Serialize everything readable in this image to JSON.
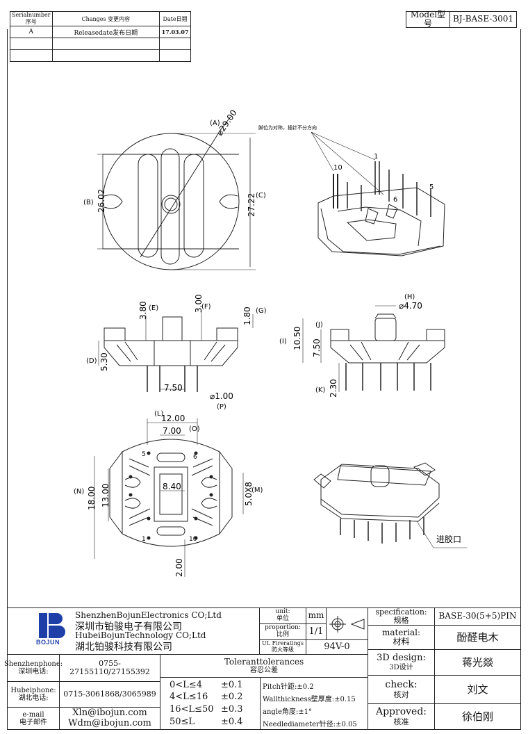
{
  "revision": {
    "headers": [
      "Serialnumber序号",
      "Changes 变更内容",
      "Date日期"
    ],
    "rows": [
      [
        "A",
        "Releasedate发布日期",
        "17.03.07"
      ],
      [
        "",
        "",
        ""
      ],
      [
        "",
        "",
        ""
      ]
    ]
  },
  "model": {
    "label": "Model型号",
    "value": "BJ-BASE-3001"
  },
  "drawing": {
    "top_view": {
      "A": "(A)",
      "dia": "⌀29.00",
      "B": "(B)",
      "B_val": "26.02",
      "C": "(C)",
      "C_val": "27.22"
    },
    "note": "脚位为对称，插针不分方向",
    "pins": {
      "p1": "1",
      "p10": "10",
      "p6": "6",
      "p5": "5"
    },
    "side_view": {
      "E": "(E)",
      "E_val": "3.80",
      "F": "(F)",
      "F_val": "3.00",
      "G": "(G)",
      "G_val": "1.80",
      "D": "(D)",
      "D_val": "5.30",
      "w750": "7.50",
      "P": "(P)",
      "P_val": "⌀1.00"
    },
    "front_view": {
      "H": "(H)",
      "H_val": "⌀4.70",
      "J": "(J)",
      "I": "(I)",
      "I_val": "10.50",
      "J_val": "7.50",
      "K": "(K)",
      "K_val": "2.30"
    },
    "bottom_view": {
      "L": "(L)",
      "L_val": "12.00",
      "O": "(O)",
      "O_val": "7.00",
      "N": "(N)",
      "N_val": "18.00",
      "n13": "13.00",
      "c840": "8.40",
      "M": "(M)",
      "M_val": "5.0X8",
      "b200": "2.00",
      "pin5": "5",
      "pin6": "6",
      "pin1": "1",
      "pin10": "10"
    },
    "iso_label": "进胶口"
  },
  "title_block": {
    "company": {
      "en1": "ShenzhenBojunElectronics CO;Ltd",
      "cn1": "深圳市铂骏电子有限公司",
      "en2": "HubeiBojunTechnology CO;Ltd",
      "cn2": "湖北铂骏科技有限公司",
      "logo_text": "BOJUN"
    },
    "unit": {
      "label": "unit:",
      "label_cn": "单位",
      "value": "mm"
    },
    "proportion": {
      "label": "proportion:",
      "label_cn": "比例",
      "value": "1/1"
    },
    "ul": {
      "label": "UL Fireratings",
      "label_cn": "防火等级",
      "value": "94V-0"
    },
    "specification": {
      "label": "specification:",
      "label_cn": "规格",
      "value": "BASE-30(5+5)PIN"
    },
    "material": {
      "label": "material:",
      "label_cn": "材料",
      "value": "酚醛电木"
    },
    "design": {
      "label": "3D design:",
      "label_cn": "3D设计",
      "value": "蒋光燚"
    },
    "check": {
      "label": "check:",
      "label_cn": "核对",
      "value": "刘文"
    },
    "approved": {
      "label": "Approved:",
      "label_cn": "核准",
      "value": "徐伯刚"
    },
    "shenzhen_phone": {
      "label": "Shenzhenphone:",
      "label_cn": "深圳电话:",
      "value": "0755-27155110/27155392"
    },
    "hubei_phone": {
      "label": "Hubeiphone:",
      "label_cn": "湖北电话:",
      "value": "0715-3061868/3065989"
    },
    "email": {
      "label": "e-mail",
      "label_cn": "电子邮件",
      "v1": "Xln@ibojun.com",
      "v2": "Wdm@ibojun.com"
    },
    "tolerances": {
      "title": "Toleranttolerances",
      "title_cn": "容忍公差",
      "ranges": [
        {
          "range": "0<L≤4",
          "tol": "±0.1"
        },
        {
          "range": "4<L≤16",
          "tol": "±0.2"
        },
        {
          "range": "16<L≤50",
          "tol": "±0.3"
        },
        {
          "range": "50≤L",
          "tol": "±0.4"
        }
      ],
      "notes": [
        "Pitch针距:±0.2",
        "Wallthickness壁厚度:±0.15",
        "angle角度:±1°",
        "Needlediameter针径:±0.05"
      ]
    }
  }
}
